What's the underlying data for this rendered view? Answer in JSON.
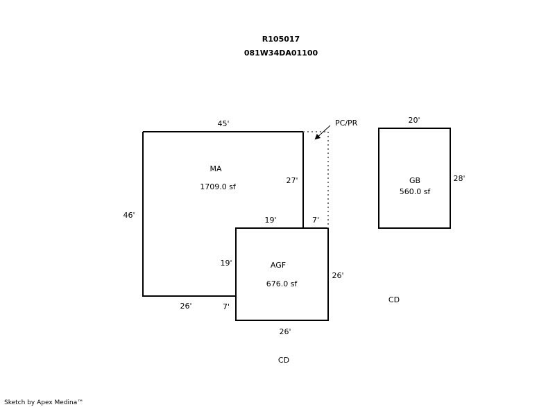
{
  "header": {
    "parcel_id": "R105017",
    "map_number": "081W34DA01100"
  },
  "areas": {
    "main": {
      "code": "MA",
      "area": "1709.0 sf"
    },
    "garage_attached": {
      "code": "AGF",
      "area": "676.0 sf"
    },
    "garage_detached": {
      "code": "GB",
      "area": "560.0 sf"
    },
    "porch": {
      "code": "PC/PR"
    }
  },
  "dimensions": {
    "ma_top": "45'",
    "ma_left": "46'",
    "ma_inner_right": "27'",
    "ma_bottom": "26'",
    "ma_bottom_step": "7'",
    "notch_top": "19'",
    "notch_left": "19'",
    "porch_bottom": "7'",
    "agf_right": "26'",
    "agf_bottom": "26'",
    "gb_top": "20'",
    "gb_right": "28'"
  },
  "labels": {
    "cd_right": "CD",
    "cd_bottom": "CD"
  },
  "footer": {
    "credit": "Sketch by Apex Medina™"
  }
}
